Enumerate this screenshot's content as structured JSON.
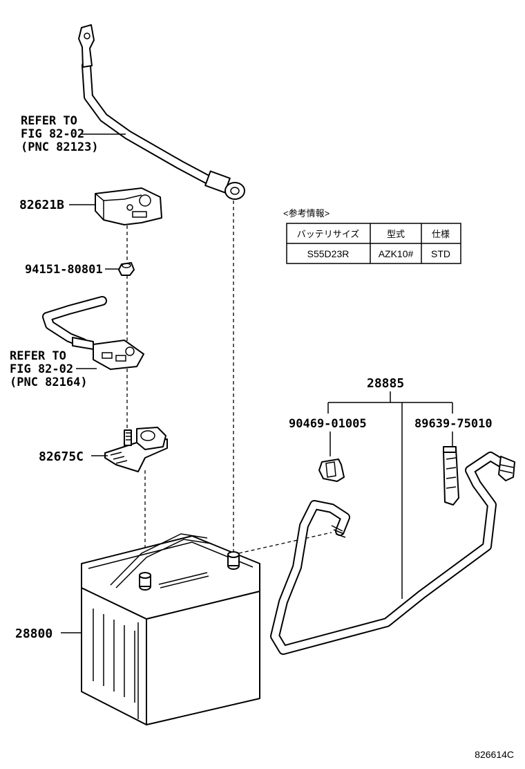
{
  "refer_top": {
    "line1": "REFER TO",
    "line2": "FIG 82-02",
    "line3": "(PNC 82123)"
  },
  "refer_mid": {
    "line1": "REFER TO",
    "line2": "FIG 82-02",
    "line3": "(PNC 82164)"
  },
  "parts": {
    "cover": "82621B",
    "nut": "94151-80801",
    "terminal": "82675C",
    "battery": "28800",
    "vent_hose_assy": "28885",
    "clip": "90469-01005",
    "clamp": "89639-75010"
  },
  "reference_info": {
    "title": "<参考情報>",
    "headers": [
      "バッテリサイズ",
      "型式",
      "仕様"
    ],
    "row": [
      "S55D23R",
      "AZK10#",
      "STD"
    ]
  },
  "figure_code": "826614C"
}
